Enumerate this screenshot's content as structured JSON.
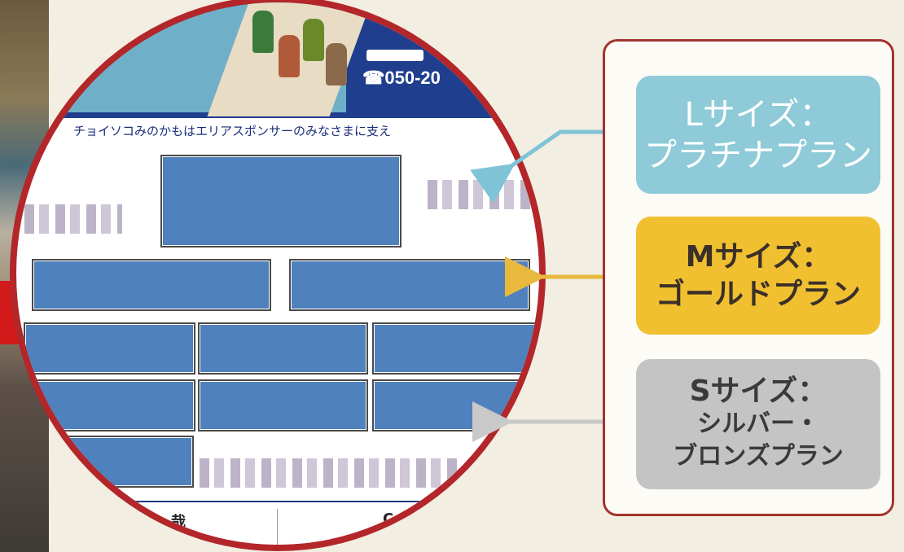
{
  "poster": {
    "phone": "☎050-20",
    "sponsor_text": "チョイソコみのかもはエリアスポンサーのみなさまに支え",
    "bottom_left": "哉",
    "bottom_right": "C"
  },
  "plans": {
    "l": {
      "line1": "Lサイズ：",
      "line2": "プラチナプラン",
      "color": "#8ecad8"
    },
    "m": {
      "line1": "Mサイズ：",
      "line2": "ゴールドプラン",
      "color": "#f1c031"
    },
    "s": {
      "line1": "Sサイズ：",
      "line2": "シルバー・",
      "line3": "ブロンズプラン",
      "color": "#c4c4c4"
    }
  },
  "colors": {
    "frame": "#b3262a",
    "poster_blue": "#1f3f8e",
    "sponsor_box": "#4f81bd"
  }
}
